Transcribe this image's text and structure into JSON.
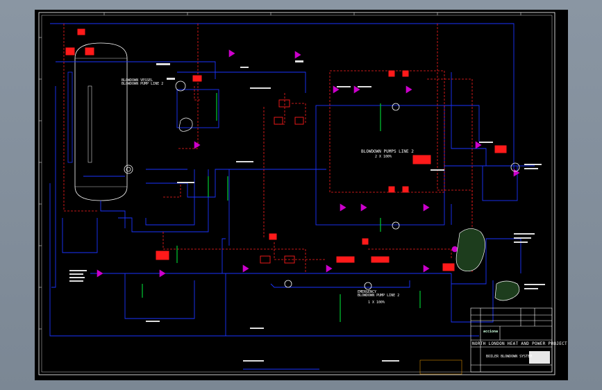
{
  "drawing": {
    "labels": {
      "vessel_title": "BLOWDOWN VESSEL\nBLOWDOWN PUMP LINE 2",
      "pumps_line2": "BLOWDOWN PUMPS LINE 2",
      "pumps_line2_note": "2 X 100%",
      "emergency_pump": "EMERGENCY\nBLOWDOWN PUMP LINE 2",
      "emergency_pump_note": "1 X 100%"
    }
  },
  "title_block": {
    "project_title": "NORTH LONDON HEAT AND POWER PROJECT",
    "drawing_title": "BOILER BLOWDOWN SYSTEM",
    "company_logo": "acciona"
  },
  "colors": {
    "process_line": "#1a34ff",
    "signal_line": "#ff2020",
    "instrument": "#ff1a1a",
    "valve": "#cc00cc",
    "annotation": "#00cc33",
    "text": "#ffffff",
    "background": "#000000"
  }
}
